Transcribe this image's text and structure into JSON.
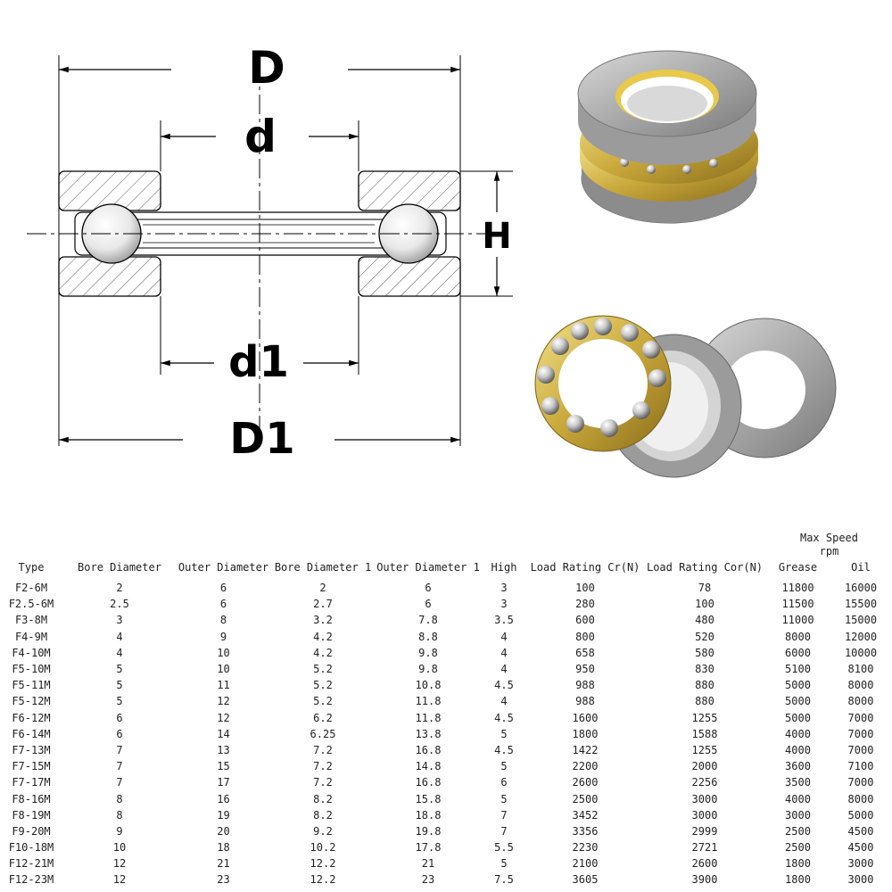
{
  "diagram": {
    "labels": {
      "outer_diameter": "D",
      "bore_diameter": "d",
      "height": "H",
      "bore_diameter_1": "d1",
      "outer_diameter_1": "D1"
    }
  },
  "photos": {
    "assembled_bearing": "assembled thrust bearing",
    "exploded_bearing": "thrust bearing parts"
  },
  "table": {
    "headers": {
      "type": "Type",
      "bore_diameter": "Bore Diameter",
      "outer_diameter": "Outer Diameter",
      "bore_diameter_1": "Bore Diameter 1",
      "outer_diameter_1": "Outer Diameter 1",
      "high": "High",
      "load_cr": "Load Rating Cr(N)",
      "load_cor": "Load Rating Cor(N)",
      "max_speed": "Max Speed",
      "max_speed_unit": "rpm",
      "grease": "Grease",
      "oil": "Oil"
    },
    "rows": [
      [
        "F2-6M",
        "2",
        "6",
        "2",
        "6",
        "3",
        "100",
        "78",
        "11800",
        "16000"
      ],
      [
        "F2.5-6M",
        "2.5",
        "6",
        "2.7",
        "6",
        "3",
        "280",
        "100",
        "11500",
        "15500"
      ],
      [
        "F3-8M",
        "3",
        "8",
        "3.2",
        "7.8",
        "3.5",
        "600",
        "480",
        "11000",
        "15000"
      ],
      [
        "F4-9M",
        "4",
        "9",
        "4.2",
        "8.8",
        "4",
        "800",
        "520",
        "8000",
        "12000"
      ],
      [
        "F4-10M",
        "4",
        "10",
        "4.2",
        "9.8",
        "4",
        "658",
        "580",
        "6000",
        "10000"
      ],
      [
        "F5-10M",
        "5",
        "10",
        "5.2",
        "9.8",
        "4",
        "950",
        "830",
        "5100",
        "8100"
      ],
      [
        "F5-11M",
        "5",
        "11",
        "5.2",
        "10.8",
        "4.5",
        "988",
        "880",
        "5000",
        "8000"
      ],
      [
        "F5-12M",
        "5",
        "12",
        "5.2",
        "11.8",
        "4",
        "988",
        "880",
        "5000",
        "8000"
      ],
      [
        "F6-12M",
        "6",
        "12",
        "6.2",
        "11.8",
        "4.5",
        "1600",
        "1255",
        "5000",
        "7000"
      ],
      [
        "F6-14M",
        "6",
        "14",
        "6.25",
        "13.8",
        "5",
        "1800",
        "1588",
        "4000",
        "7000"
      ],
      [
        "F7-13M",
        "7",
        "13",
        "7.2",
        "16.8",
        "4.5",
        "1422",
        "1255",
        "4000",
        "7000"
      ],
      [
        "F7-15M",
        "7",
        "15",
        "7.2",
        "14.8",
        "5",
        "2200",
        "2000",
        "3600",
        "7100"
      ],
      [
        "F7-17M",
        "7",
        "17",
        "7.2",
        "16.8",
        "6",
        "2600",
        "2256",
        "3500",
        "7000"
      ],
      [
        "F8-16M",
        "8",
        "16",
        "8.2",
        "15.8",
        "5",
        "2500",
        "3000",
        "4000",
        "8000"
      ],
      [
        "F8-19M",
        "8",
        "19",
        "8.2",
        "18.8",
        "7",
        "3452",
        "3000",
        "3000",
        "5000"
      ],
      [
        "F9-20M",
        "9",
        "20",
        "9.2",
        "19.8",
        "7",
        "3356",
        "2999",
        "2500",
        "4500"
      ],
      [
        "F10-18M",
        "10",
        "18",
        "10.2",
        "17.8",
        "5.5",
        "2230",
        "2721",
        "2500",
        "4500"
      ],
      [
        "F12-21M",
        "12",
        "21",
        "12.2",
        "21",
        "5",
        "2100",
        "2600",
        "1800",
        "3000"
      ],
      [
        "F12-23M",
        "12",
        "23",
        "12.2",
        "23",
        "7.5",
        "3605",
        "3900",
        "1800",
        "3000"
      ]
    ]
  }
}
